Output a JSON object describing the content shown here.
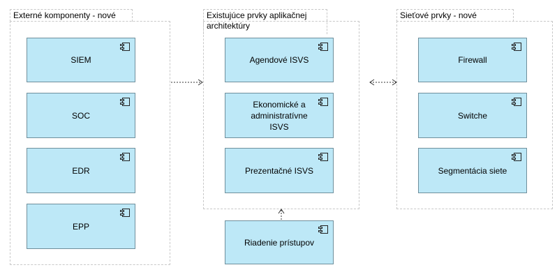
{
  "packages": {
    "external": {
      "title": "Externé komponenty - nové",
      "components": [
        "SIEM",
        "SOC",
        "EDR",
        "EPP"
      ]
    },
    "existing": {
      "title_line1": "Existujúce prvky aplikačnej",
      "title_line2": "architektúry",
      "components": [
        "Agendové ISVS",
        "Ekonomické a administratívne ISVS",
        "Prezentačné ISVS"
      ]
    },
    "network": {
      "title": "Sieťové prvky - nové",
      "components": [
        "Firewall",
        "Switche",
        "Segmentácia siete"
      ]
    }
  },
  "standalone": {
    "access_control": "Riadenie prístupov"
  },
  "icons": {
    "component": "component-icon"
  },
  "colors": {
    "component_fill": "#bde8f7",
    "component_border": "#6f8f9c",
    "package_border": "#c8c8c8",
    "connector": "#333333"
  }
}
